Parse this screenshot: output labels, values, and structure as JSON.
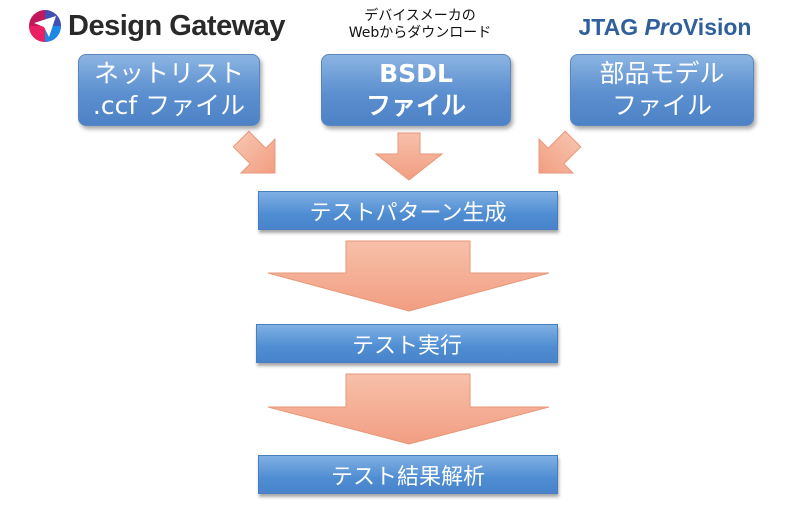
{
  "logo": {
    "text": "Design Gateway",
    "icon": "design-gateway-logo-icon"
  },
  "caption": {
    "line1": "デバイスメーカの",
    "line2": "Webからダウンロード"
  },
  "jtag": {
    "prefix": "JTAG ",
    "pro": "Pro",
    "suffix": "Vision"
  },
  "inputs": {
    "netlist": {
      "line1": "ネットリスト",
      "line2": ".ccf ファイル"
    },
    "bsdl": {
      "line1": "BSDL",
      "line2": "ファイル"
    },
    "parts": {
      "line1": "部品モデル",
      "line2": "ファイル"
    }
  },
  "steps": {
    "generate": "テストパターン生成",
    "execute": "テスト実行",
    "analyze": "テスト結果解析"
  },
  "colors": {
    "box_blue": "#5b8fcf",
    "arrow_fill": "#f5b29a",
    "arrow_edge": "#e58f72",
    "jtag_blue": "#2f5f9c"
  }
}
